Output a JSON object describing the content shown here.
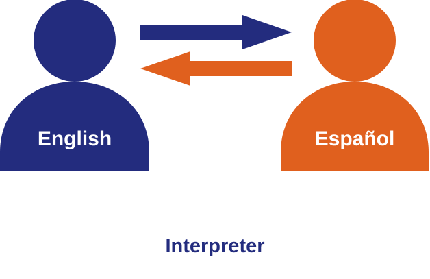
{
  "colors": {
    "english": "#232C7E",
    "spanish": "#E0601E",
    "background": "#FFFFFF",
    "label_text": "#FFFFFF"
  },
  "people": [
    {
      "label": "English",
      "color_key": "english"
    },
    {
      "label": "Español",
      "color_key": "spanish"
    }
  ],
  "arrows": [
    {
      "direction": "right",
      "color_key": "english"
    },
    {
      "direction": "left",
      "color_key": "spanish"
    }
  ],
  "caption": "Interpreter"
}
